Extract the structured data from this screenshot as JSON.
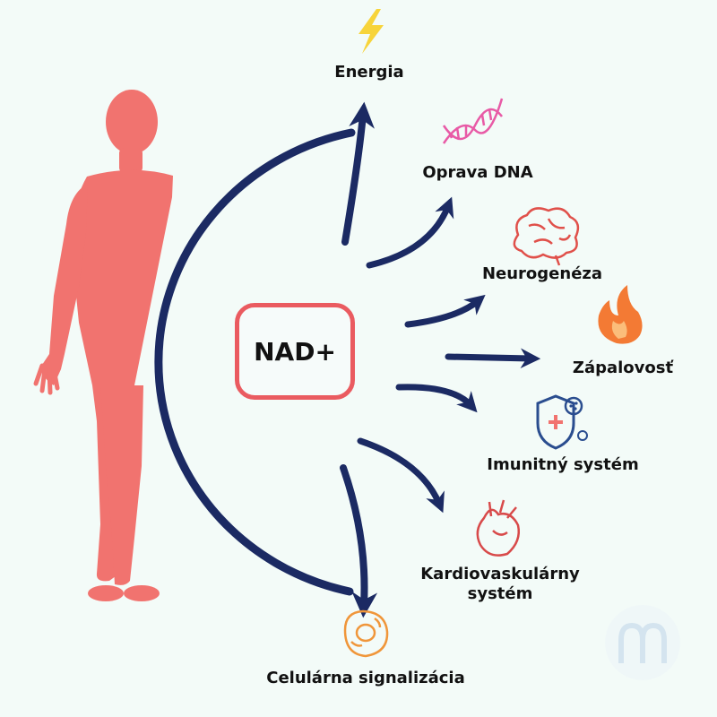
{
  "center": {
    "label": "NAD+"
  },
  "outcomes": [
    {
      "id": "energia",
      "label": "Energia",
      "icon": "lightning-icon"
    },
    {
      "id": "dna",
      "label": "Oprava DNA",
      "icon": "dna-icon"
    },
    {
      "id": "neuro",
      "label": "Neurogenéza",
      "icon": "brain-icon"
    },
    {
      "id": "zapal",
      "label": "Zápalovosť",
      "icon": "flame-icon"
    },
    {
      "id": "imun",
      "label": "Imunitný systém",
      "icon": "shield-virus-icon"
    },
    {
      "id": "kardio",
      "label_line1": "Kardiovaskulárny",
      "label_line2": "systém",
      "icon": "heart-icon"
    },
    {
      "id": "cell",
      "label": "Celulárna signalizácia",
      "icon": "cell-icon"
    }
  ],
  "colors": {
    "background": "#f3fbf8",
    "body": "#f1736f",
    "arrows": "#1b2a63",
    "nad_border": "#ea5b60",
    "dna": "#e85aa6",
    "brain": "#e0504a",
    "flame": "#f37a34",
    "shield": "#2a4d8f",
    "heart": "#d84a4a",
    "cell": "#f0963a",
    "bolt": "#f7d43a"
  }
}
